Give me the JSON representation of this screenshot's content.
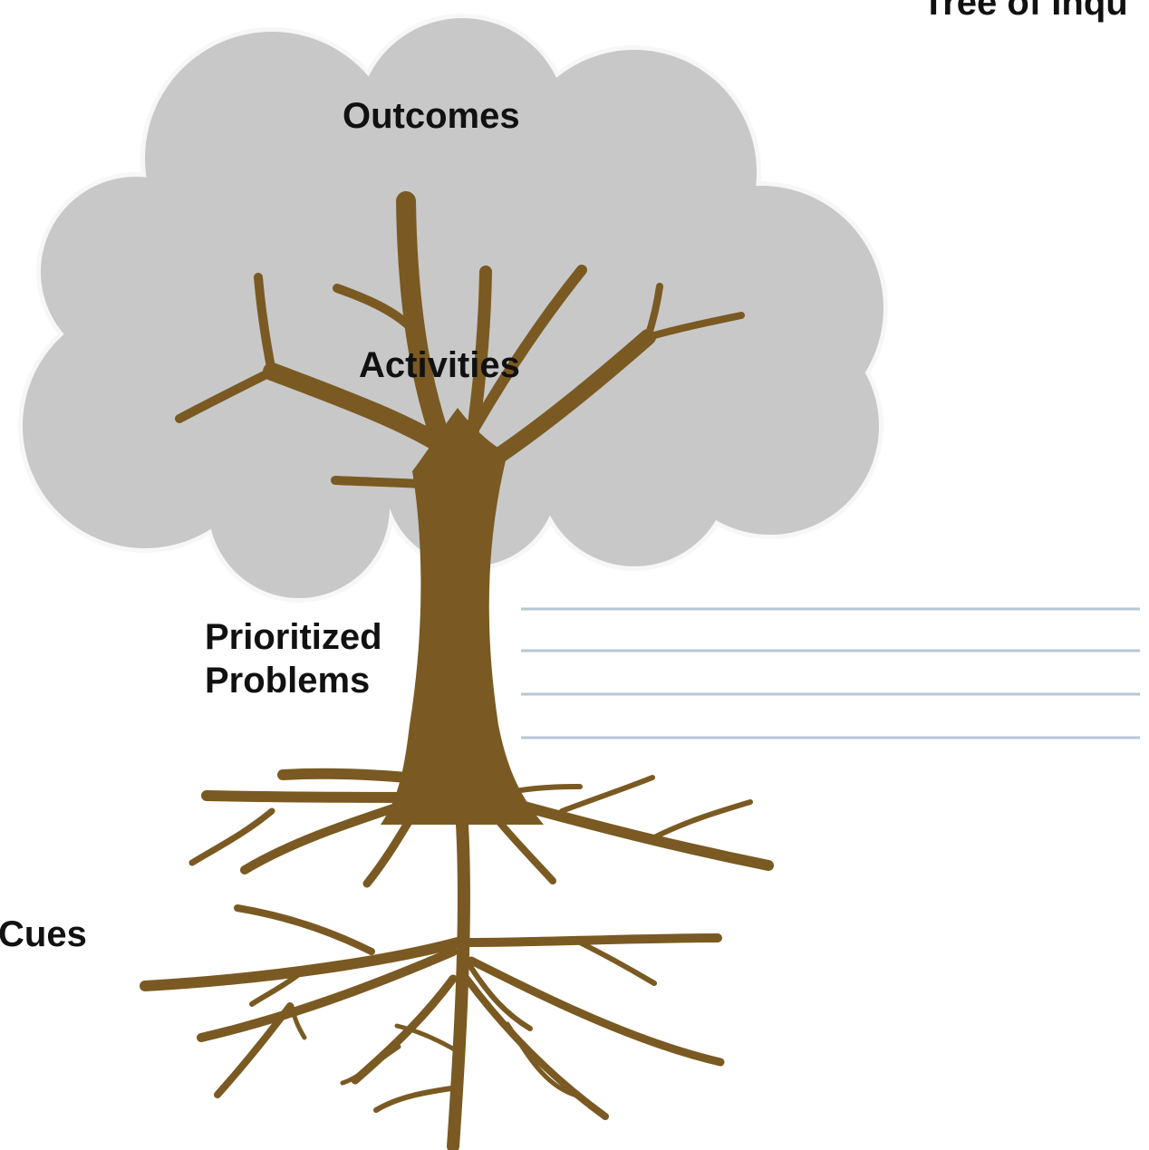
{
  "colors": {
    "canopy": "#c8c8c8",
    "canopy_edge": "#f7f7f7",
    "trunk": "#7a5a22",
    "lines": "#b9c6d6",
    "text": "#111111"
  },
  "labels": {
    "title_fragment": "Tree of Inqu",
    "outcomes": "Outcomes",
    "activities": "Activities",
    "problems_line1": "Prioritized",
    "problems_line2": "Problems",
    "cues": "Cues"
  },
  "writing_lines": 4
}
